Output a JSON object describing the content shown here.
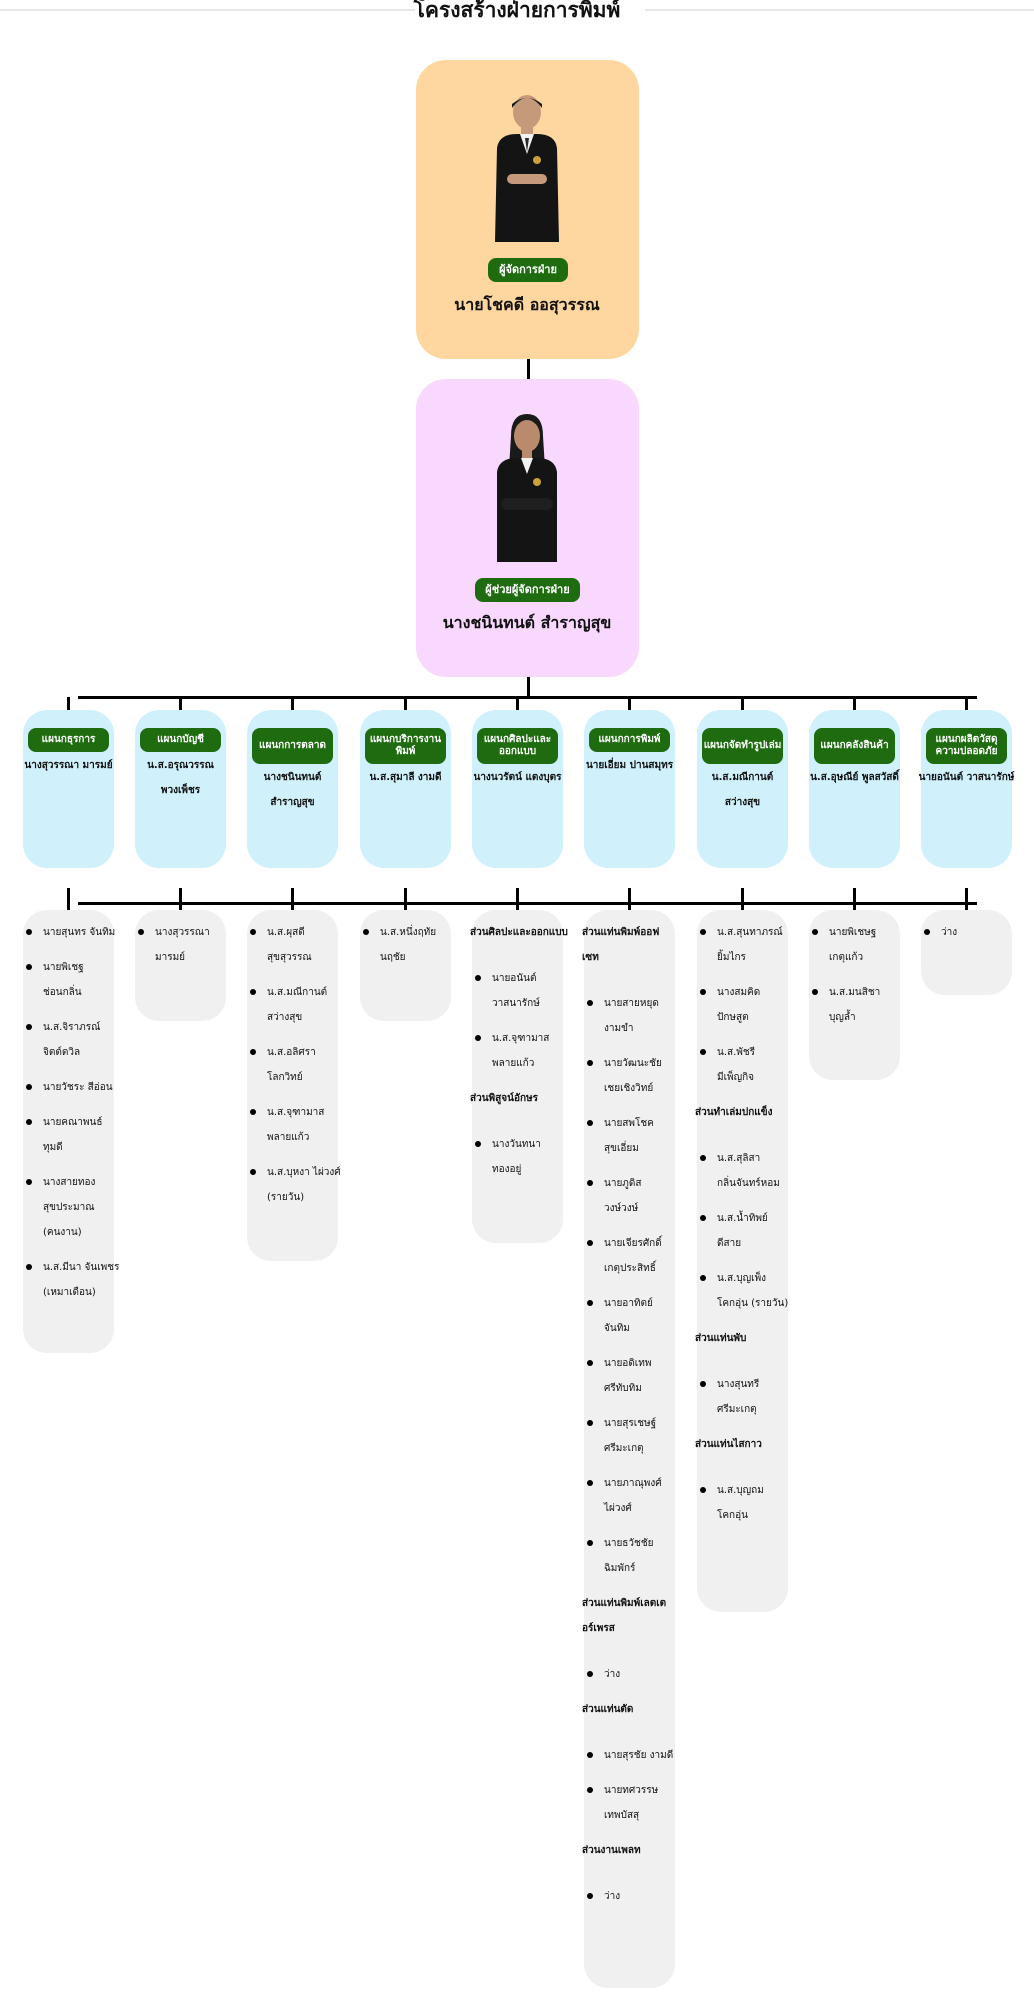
{
  "title": "โครงสร้างฝ่ายการพิมพ์",
  "manager": {
    "role": "ผู้จัดการฝ่าย",
    "name": "นายโชคดี ออสุวรรณ"
  },
  "assistant": {
    "role": "ผู้ช่วยผู้จัดการฝ่าย",
    "name": "นางชนินทนต์ สำราญสุข"
  },
  "departments": [
    {
      "label": "แผนกธุรการ",
      "head": [
        "นางสุวรรณา มารมย์"
      ]
    },
    {
      "label": "แผนกบัญชี",
      "head": [
        "น.ส.อรุณวรรณ",
        "พวงเพ็ชร"
      ]
    },
    {
      "label": "แผนกการตลาด",
      "head": [
        "นางชนินทนต์",
        "สำราญสุข"
      ]
    },
    {
      "label": "แผนกบริการงานพิมพ์",
      "head": [
        "น.ส.สุมาลี งามดี"
      ]
    },
    {
      "label": "แผนกศิลปะและออกแบบ",
      "head": [
        "นางนวรัตน์ แตงบุตร"
      ]
    },
    {
      "label": "แผนกการพิมพ์",
      "head": [
        "นายเอี่ยม ปานสมุทร"
      ]
    },
    {
      "label": "แผนกจัดทำรูปเล่ม",
      "head": [
        "น.ส.มณีกานต์",
        "สว่างสุข"
      ]
    },
    {
      "label": "แผนกคลังสินค้า",
      "head": [
        "น.ส.อุษณีย์ พูลสวัสดิ์"
      ]
    },
    {
      "label": "แผนกผลิตวัสดุความปลอดภัย",
      "head": [
        "นายอนันต์ วาสนารักษ์"
      ]
    }
  ],
  "staff": [
    [
      {
        "type": "item",
        "lines": [
          "นายสุนทร จันทิม"
        ]
      },
      {
        "type": "item",
        "lines": [
          "นายพิเชฐ",
          "ช่อนกลิ่น"
        ]
      },
      {
        "type": "item",
        "lines": [
          "น.ส.จิราภรณ์",
          "จิตต์ตวิล"
        ]
      },
      {
        "type": "item",
        "lines": [
          "นายวัชระ สีอ่อน"
        ]
      },
      {
        "type": "item",
        "lines": [
          "นายคณาพนธ์",
          "ทุมดี"
        ]
      },
      {
        "type": "item",
        "lines": [
          "นางสายทอง",
          "สุขประมาณ",
          "(คนงาน)"
        ]
      },
      {
        "type": "item",
        "lines": [
          "น.ส.มีนา จันเพชร",
          "(เหมาเดือน)"
        ]
      }
    ],
    [
      {
        "type": "item",
        "lines": [
          "นางสุวรรณา",
          "มารมย์"
        ]
      }
    ],
    [
      {
        "type": "item",
        "lines": [
          "น.ส.ผุสดี",
          "สุขสุวรรณ"
        ]
      },
      {
        "type": "item",
        "lines": [
          "น.ส.มณีกานต์",
          "สว่างสุข"
        ]
      },
      {
        "type": "item",
        "lines": [
          "น.ส.อลิศรา",
          "โลกวิทย์"
        ]
      },
      {
        "type": "item",
        "lines": [
          "น.ส.จุฑามาส",
          "พลายแก้ว"
        ]
      },
      {
        "type": "item",
        "lines": [
          "น.ส.บุหงา ไผ่วงศ์",
          "(รายวัน)"
        ]
      }
    ],
    [
      {
        "type": "item",
        "lines": [
          "น.ส.หนึ่งฤทัย",
          "นฤชัย"
        ]
      }
    ],
    [
      {
        "type": "section",
        "lines": [
          "ส่วนศิลปะและออกแบบ"
        ]
      },
      {
        "type": "item",
        "lines": [
          "นายอนันต์",
          "วาสนารักษ์"
        ]
      },
      {
        "type": "item",
        "lines": [
          "น.ส.จุฑามาส",
          "พลายแก้ว"
        ]
      },
      {
        "type": "section",
        "lines": [
          "ส่วนพิสูจน์อักษร"
        ]
      },
      {
        "type": "item",
        "lines": [
          "นางวันทนา",
          "ทองอยู่"
        ]
      }
    ],
    [
      {
        "type": "section",
        "lines": [
          "ส่วนแท่นพิมพ์ออฟ",
          "เซท"
        ]
      },
      {
        "type": "item",
        "lines": [
          "นายสายหยุด",
          "งามขำ"
        ]
      },
      {
        "type": "item",
        "lines": [
          "นายวัฒนะชัย",
          "เชยเชิงวิทย์"
        ]
      },
      {
        "type": "item",
        "lines": [
          "นายสพโชค",
          "สุขเอี่ยม"
        ]
      },
      {
        "type": "item",
        "lines": [
          "นายภูดิส",
          "วงษ์วงษ์"
        ]
      },
      {
        "type": "item",
        "lines": [
          "นายเจียรศักดิ์",
          "เกตุประสิทธิ์"
        ]
      },
      {
        "type": "item",
        "lines": [
          "นายอาทิตย์",
          "จันทิม"
        ]
      },
      {
        "type": "item",
        "lines": [
          "นายอดิเทพ",
          "ศรีทับทิม"
        ]
      },
      {
        "type": "item",
        "lines": [
          "นายสุรเชษฐ์",
          "ศรีมะเกตุ"
        ]
      },
      {
        "type": "item",
        "lines": [
          "นายภาณุพงศ์",
          "ไผ่วงศ์"
        ]
      },
      {
        "type": "item",
        "lines": [
          "นายธวัชชัย",
          "ฉิมพักร์"
        ]
      },
      {
        "type": "section",
        "lines": [
          "ส่วนแท่นพิมพ์เลตเต",
          "อร์เพรส"
        ]
      },
      {
        "type": "item",
        "lines": [
          "ว่าง"
        ]
      },
      {
        "type": "section",
        "lines": [
          "ส่วนแท่นตัด"
        ]
      },
      {
        "type": "item",
        "lines": [
          "นายสุรชัย งามดี"
        ]
      },
      {
        "type": "item",
        "lines": [
          "นายทศวรรษ",
          "เทพบัสสุ"
        ]
      },
      {
        "type": "section",
        "lines": [
          "ส่วนงานเพลท"
        ]
      },
      {
        "type": "item",
        "lines": [
          "ว่าง"
        ]
      }
    ],
    [
      {
        "type": "item",
        "lines": [
          "น.ส.สุนทาภรณ์",
          "ยิ้มไกร"
        ]
      },
      {
        "type": "item",
        "lines": [
          "นางสมคิด",
          "ปักษสูต"
        ]
      },
      {
        "type": "item",
        "lines": [
          "น.ส.พัชรี",
          "มีเพ็ญกิจ"
        ]
      },
      {
        "type": "section",
        "lines": [
          "ส่วนทำเล่มปกแข็ง"
        ]
      },
      {
        "type": "item",
        "lines": [
          "น.ส.สุลิสา",
          "กลิ่นจันทร์หอม"
        ]
      },
      {
        "type": "item",
        "lines": [
          "น.ส.น้ำทิพย์",
          "ดีสาย"
        ]
      },
      {
        "type": "item",
        "lines": [
          "น.ส.บุญเพ็ง",
          "โคกอุ่น (รายวัน)"
        ]
      },
      {
        "type": "section",
        "lines": [
          "ส่วนแท่นพับ"
        ]
      },
      {
        "type": "item",
        "lines": [
          "นางสุนทรี",
          "ศรีมะเกตุ"
        ]
      },
      {
        "type": "section",
        "lines": [
          "ส่วนแท่นไสกาว"
        ]
      },
      {
        "type": "item",
        "lines": [
          "น.ส.บุญถม",
          "โคกอุ่น"
        ]
      }
    ],
    [
      {
        "type": "item",
        "lines": [
          "นายพิเชษฐ",
          "เกตุแก้ว"
        ]
      },
      {
        "type": "item",
        "lines": [
          "น.ส.มนสิชา",
          "บุญล้ำ"
        ]
      }
    ],
    [
      {
        "type": "item",
        "lines": [
          "ว่าง"
        ]
      }
    ]
  ],
  "colors": {
    "manager_card": "#fed69f",
    "assistant_card": "#f8d8ff",
    "dept_card": "#d0f0fb",
    "staff_card": "#f0f0f0",
    "badge": "#1e6b10"
  }
}
